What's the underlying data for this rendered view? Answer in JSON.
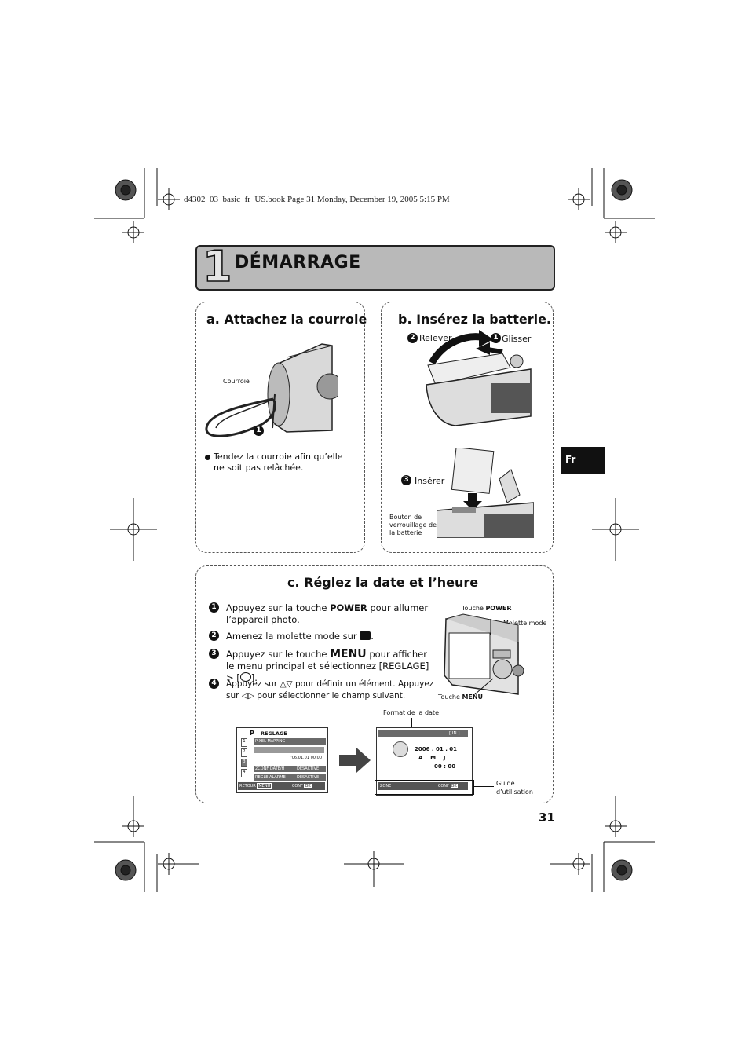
{
  "header_line": "d4302_03_basic_fr_US.book  Page 31  Monday, December 19, 2005  5:15 PM",
  "chapter": {
    "number": "1",
    "title": "DÉMARRAGE"
  },
  "section_a": {
    "title": "a. Attachez la courroie",
    "strap_label": "Courroie",
    "bullet": "Tendez la courroie afin qu’elle ne soit pas relâchée."
  },
  "section_b": {
    "title": "b. Insérez la batterie.",
    "step2": "Relever",
    "step1": "Glisser",
    "step3": "Insérer",
    "lock_label": "Bouton de verrouillage de la batterie"
  },
  "side_tab": "Fr",
  "section_c": {
    "title": "c. Réglez la date et l’heure",
    "steps": [
      {
        "num": "1",
        "text_a": "Appuyez sur la touche ",
        "key": "POWER",
        "text_b": " pour allumer l’appareil photo."
      },
      {
        "num": "2",
        "text_a": "Amenez la molette mode sur ",
        "text_b": "."
      },
      {
        "num": "3",
        "text_a": "Appuyez sur le touche ",
        "key": "MENU",
        "text_b": " pour afficher le menu principal et sélectionnez [REGLAGE] > [",
        "text_c": "]."
      },
      {
        "num": "4",
        "text_a": "Appuyez sur ",
        "text_b": " pour définir un élément. Appuyez sur ",
        "text_c": " pour sélectionner le champ suivant."
      }
    ],
    "touche_power_prefix": "Touche ",
    "touche_power_key": "POWER",
    "molette_mode": "Molette mode",
    "touche_menu_prefix": "Touche ",
    "touche_menu_key": "MENU",
    "format_date": "Format de la date",
    "guide": "Guide d’utilisation",
    "screen1": {
      "mode": "P",
      "title": "REGLAGE",
      "rows": [
        "PIXEL MAPPING",
        "",
        "'06.01.01 00:00",
        "2CONF DATE/H",
        "REGLE ALARME"
      ],
      "values": [
        "",
        "",
        "",
        "DESACTIVE",
        "DESACTIVE"
      ],
      "tabs": [
        "1",
        "2",
        "3",
        "4"
      ],
      "footer_left": "RETOUR",
      "footer_menu": "MENU",
      "footer_right": "CONF",
      "footer_ok": "OK"
    },
    "screen2": {
      "top_right": "[ IN ]",
      "date": "2006 . 01 . 01",
      "format": "A    M    J",
      "time": "00 : 00",
      "footer_left": "ZONE",
      "footer_right": "CONF",
      "footer_ok": "OK"
    }
  },
  "page_number": "31"
}
